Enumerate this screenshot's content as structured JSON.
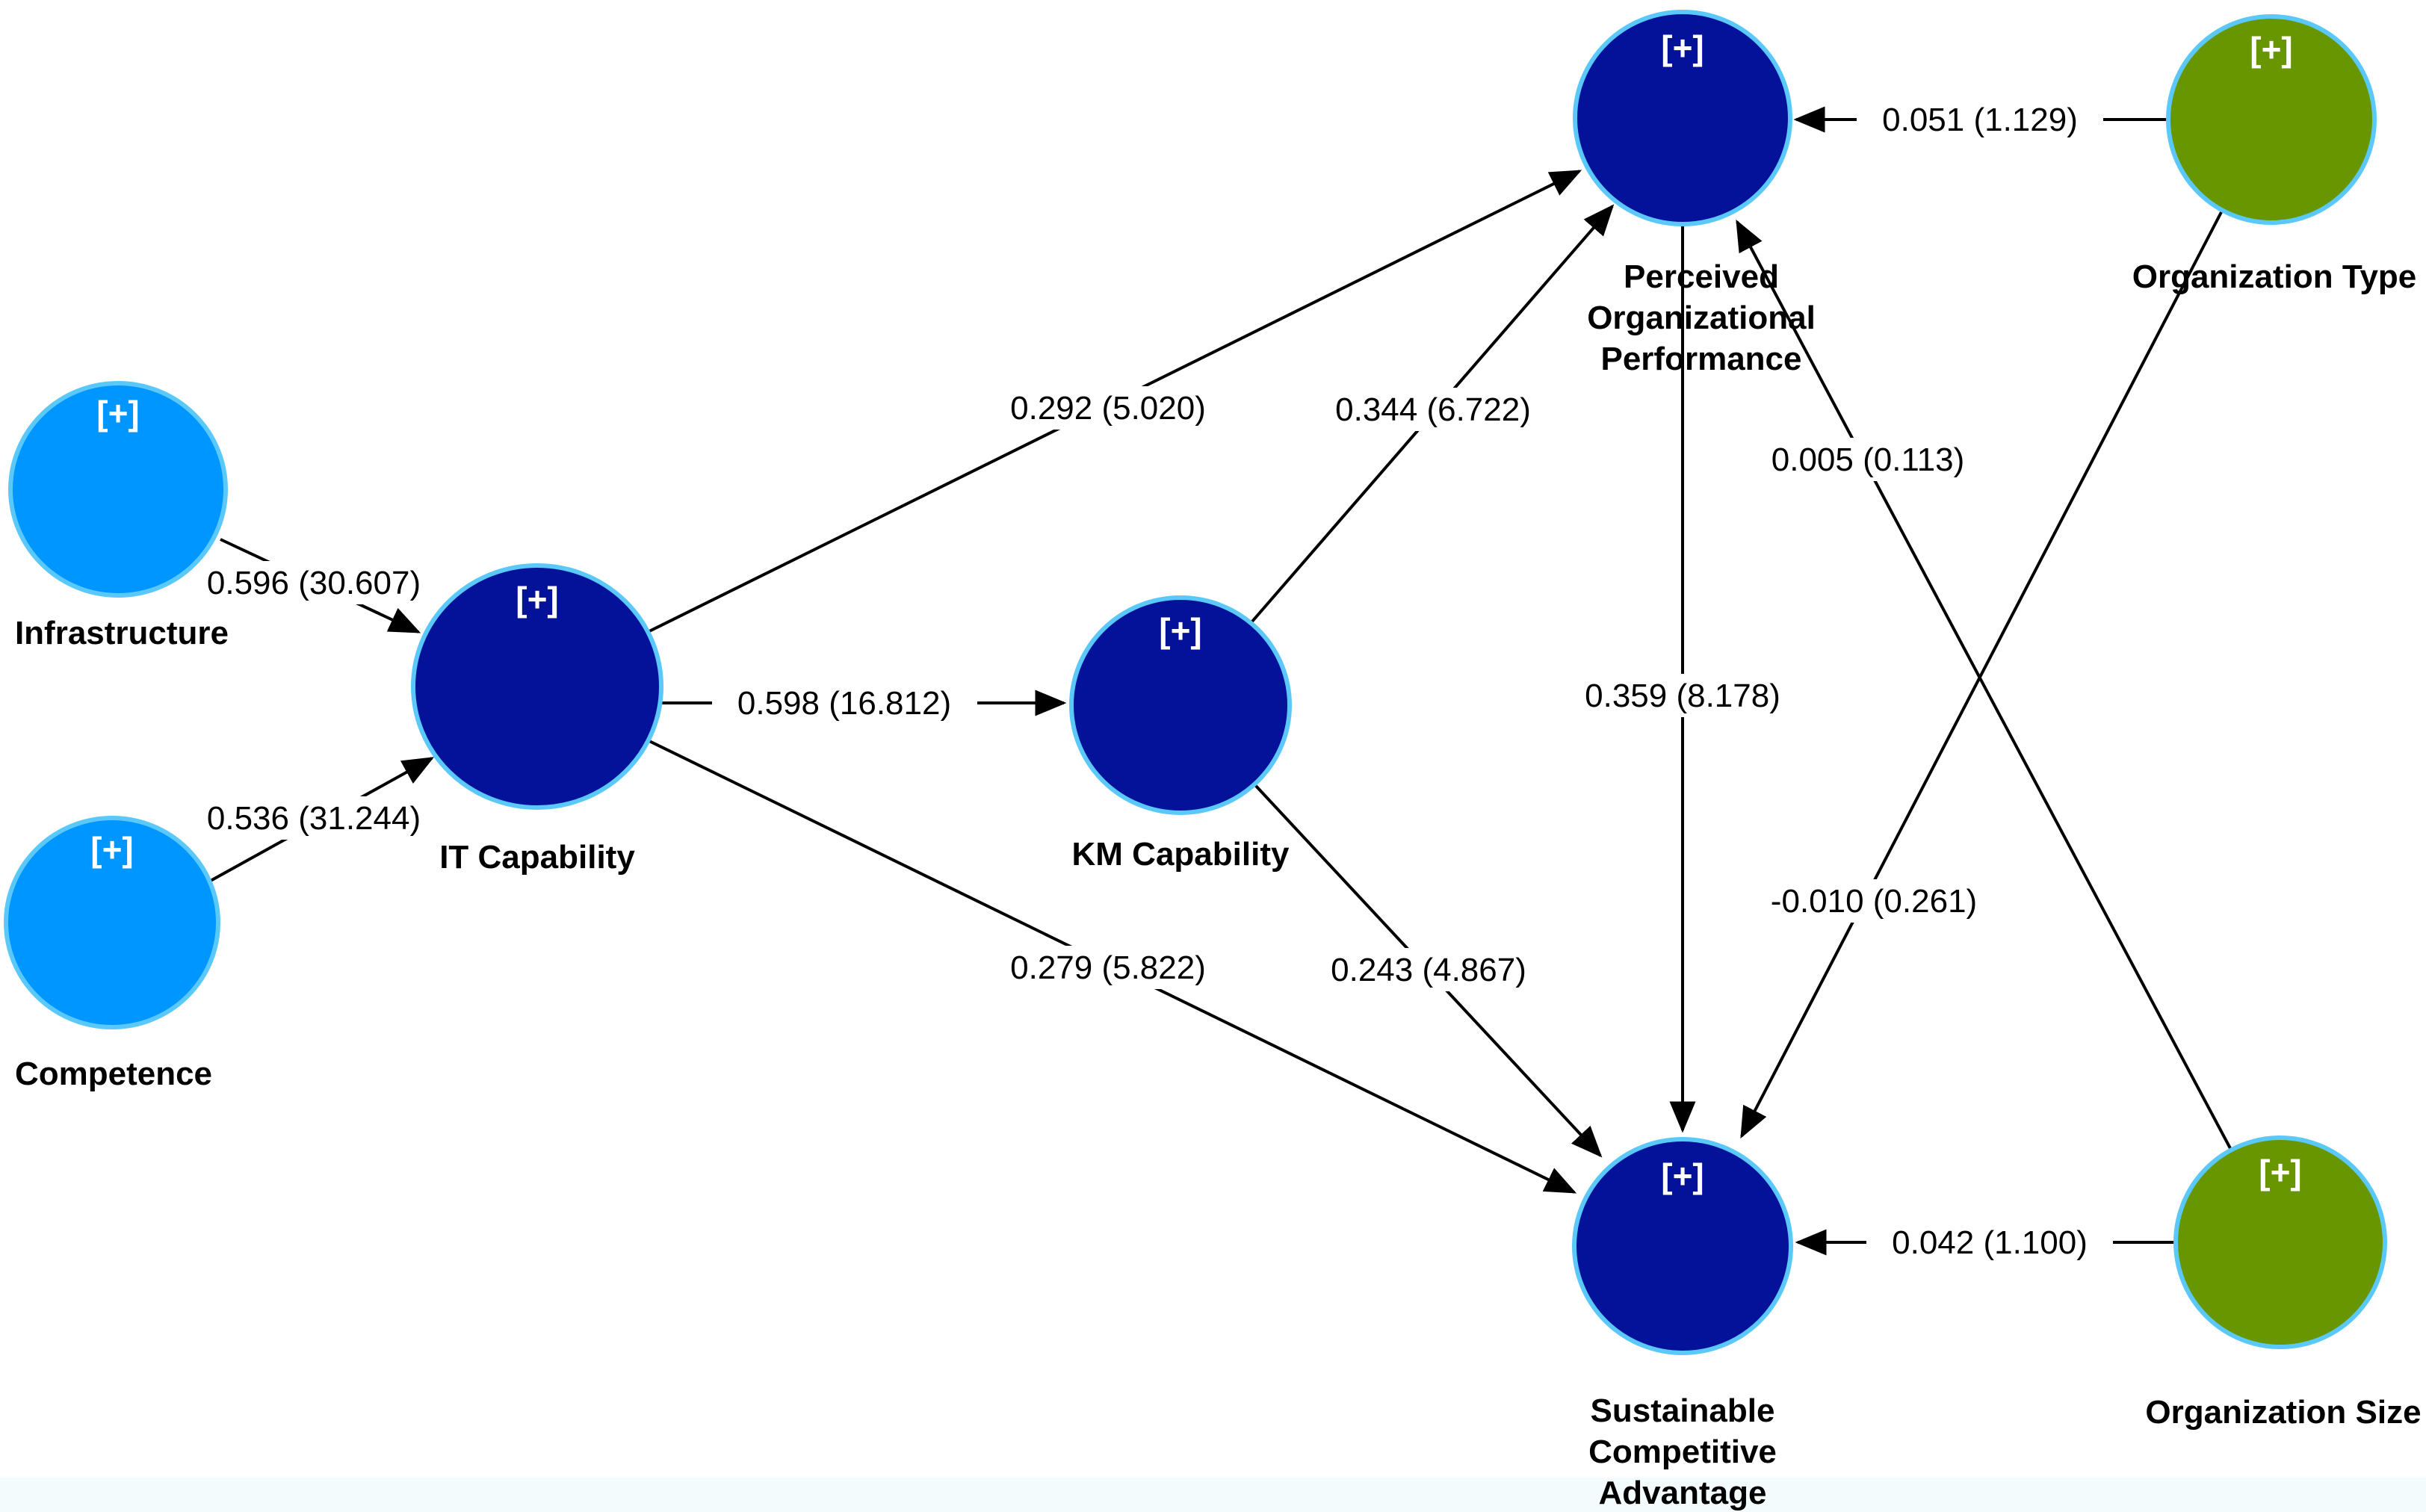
{
  "badge": "[+]",
  "colors": {
    "background": "#ffffff",
    "exogenous_fill": "#0096FF",
    "endogenous_fill": "#041299",
    "control_fill": "#689601",
    "node_border": "#5BC8FA",
    "path_line": "#000000",
    "label_text": "#000000",
    "badge_text": "#ffffff"
  },
  "nodes": {
    "infrastructure": {
      "label": "Infrastructure",
      "role": "exogenous"
    },
    "competence": {
      "label": "Competence",
      "role": "exogenous"
    },
    "it_capability": {
      "label": "IT Capability",
      "role": "endogenous"
    },
    "km_capability": {
      "label": "KM Capability",
      "role": "endogenous"
    },
    "perceived_organizational_performance": {
      "lines": [
        "Perceived",
        "Organizational",
        "Performance"
      ],
      "role": "endogenous"
    },
    "sustainable_competitive_advantage": {
      "lines": [
        "Sustainable",
        "Competitive",
        "Advantage"
      ],
      "role": "endogenous"
    },
    "organization_type": {
      "label": "Organization Type",
      "role": "control"
    },
    "organization_size": {
      "label": "Organization Size",
      "role": "control"
    }
  },
  "paths": {
    "infrastructure_to_it_capability": {
      "label": "0.596 (30.607)",
      "coefficient": 0.596,
      "t_value": 30.607
    },
    "competence_to_it_capability": {
      "label": "0.536 (31.244)",
      "coefficient": 0.536,
      "t_value": 31.244
    },
    "it_capability_to_km_capability": {
      "label": "0.598 (16.812)",
      "coefficient": 0.598,
      "t_value": 16.812
    },
    "it_capability_to_perceived_organizational_performance": {
      "label": "0.292 (5.020)",
      "coefficient": 0.292,
      "t_value": 5.02
    },
    "km_capability_to_perceived_organizational_performance": {
      "label": "0.344 (6.722)",
      "coefficient": 0.344,
      "t_value": 6.722
    },
    "it_capability_to_sustainable_competitive_advantage": {
      "label": "0.279 (5.822)",
      "coefficient": 0.279,
      "t_value": 5.822
    },
    "km_capability_to_sustainable_competitive_advantage": {
      "label": "0.243 (4.867)",
      "coefficient": 0.243,
      "t_value": 4.867
    },
    "perceived_organizational_performance_to_sustainable_competitive_advantage": {
      "label": "0.359 (8.178)",
      "coefficient": 0.359,
      "t_value": 8.178
    },
    "organization_type_to_perceived_organizational_performance": {
      "label": "0.051 (1.129)",
      "coefficient": 0.051,
      "t_value": 1.129
    },
    "organization_type_to_sustainable_competitive_advantage": {
      "label": "-0.010 (0.261)",
      "coefficient": -0.01,
      "t_value": 0.261
    },
    "organization_size_to_perceived_organizational_performance": {
      "label": "0.005 (0.113)",
      "coefficient": 0.005,
      "t_value": 0.113
    },
    "organization_size_to_sustainable_competitive_advantage": {
      "label": "0.042 (1.100)",
      "coefficient": 0.042,
      "t_value": 1.1
    }
  }
}
